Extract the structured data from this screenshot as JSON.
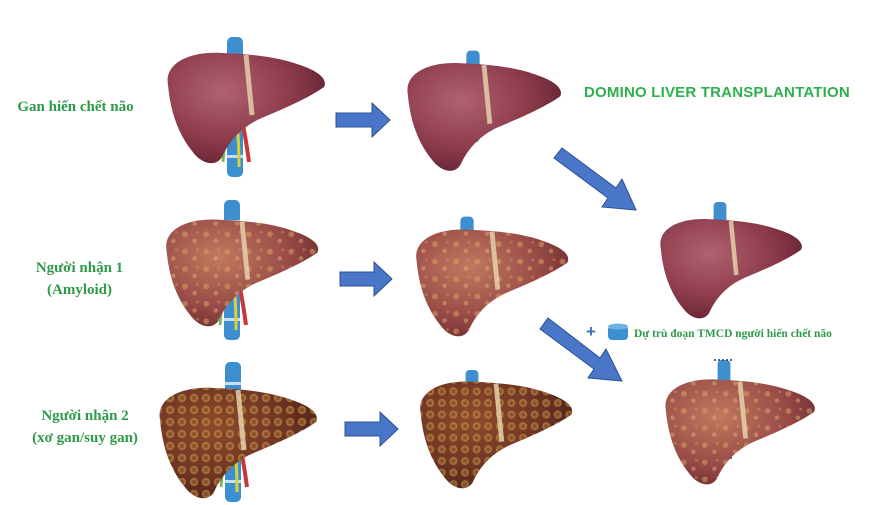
{
  "title": "DOMINO LIVER TRANSPLANTATION",
  "rows": [
    {
      "label": "Gan hiến chết não"
    },
    {
      "label_line1": "Người nhận 1",
      "label_line2": "(Amyloid)"
    },
    {
      "label_line1": "Người nhận 2",
      "label_line2": "(xơ gan/suy gan)"
    }
  ],
  "note": {
    "plus": "+",
    "text": "Dự trù đoạn TMCD người hiến chết não"
  },
  "colors": {
    "label_green": "#2e9a4a",
    "arrow_blue": "#4a76c8",
    "liver_healthy": "#8b3a4a",
    "liver_amyloid": "#9a4c48",
    "liver_cirrhotic": "#6e3424",
    "vein_blue": "#3d8fd0"
  },
  "icons": [
    "right-arrow-icon",
    "diagonal-arrow-icon",
    "plus-icon",
    "vein-segment-icon"
  ]
}
